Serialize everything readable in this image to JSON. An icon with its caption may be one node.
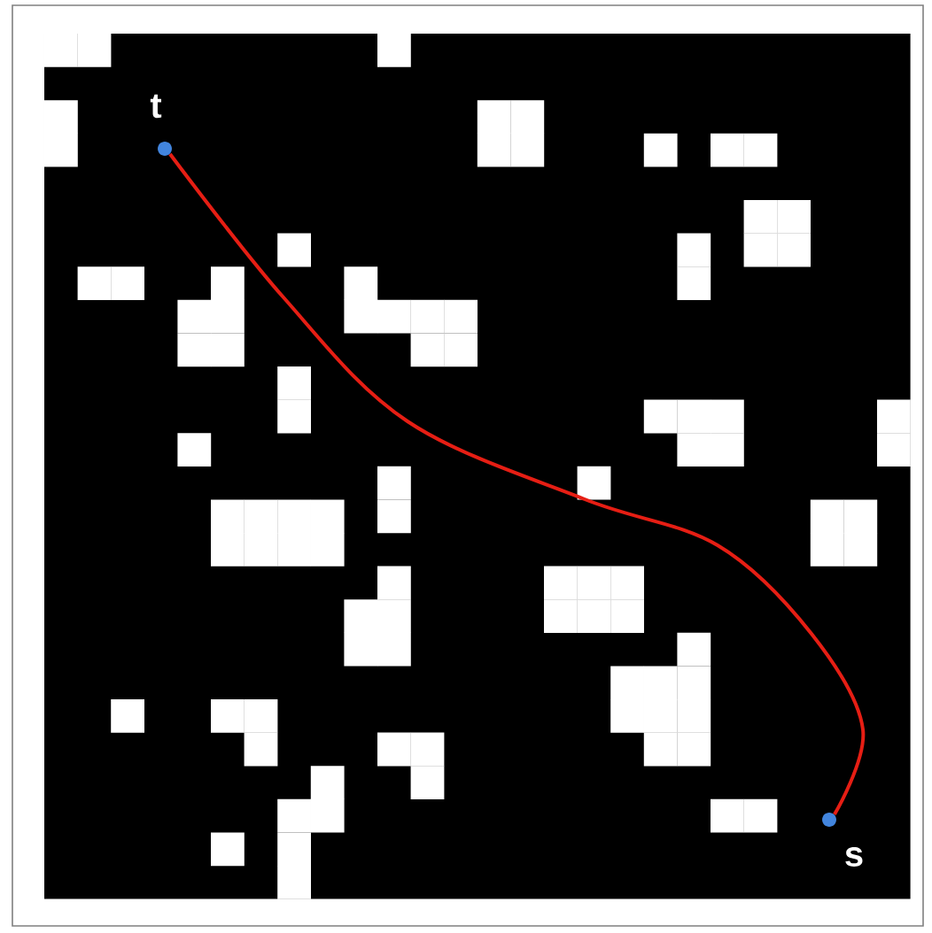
{
  "diagram": {
    "nodes": [
      {
        "text": [],
        "shape": "circle",
        "beside": [
          "t"
        ]
      },
      {
        "text": [],
        "shape": "circle",
        "beside": [
          "s"
        ]
      }
    ],
    "edges": [
      {
        "from": 1,
        "to": 0,
        "arrow": "none"
      }
    ]
  }
}
